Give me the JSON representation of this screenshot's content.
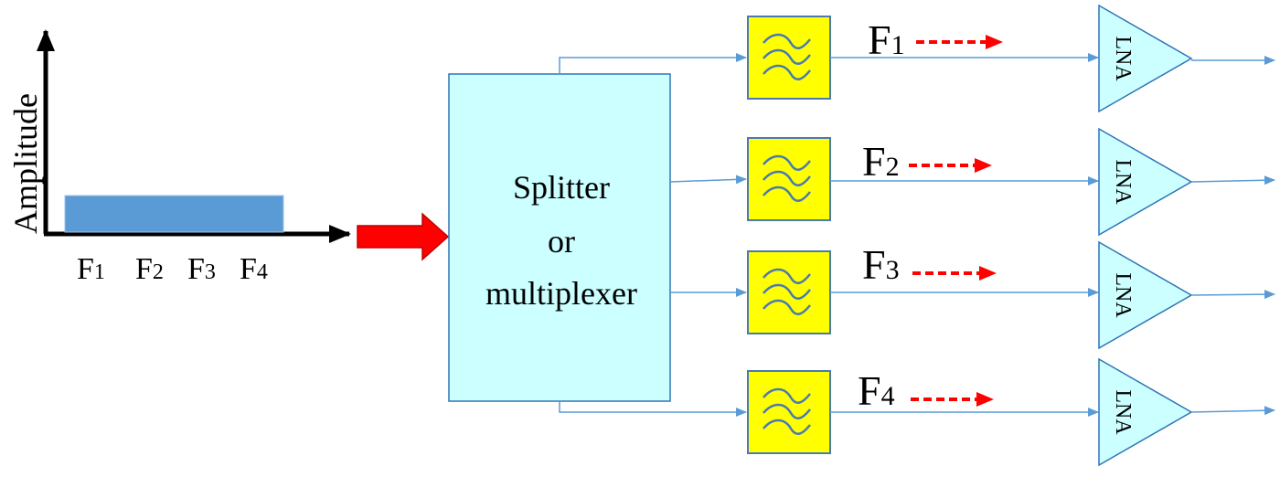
{
  "spectrum": {
    "ylabel": "Amplitude",
    "freq_labels": [
      {
        "letter": "F",
        "sub": "1"
      },
      {
        "letter": "F",
        "sub": "2"
      },
      {
        "letter": "F",
        "sub": "3"
      },
      {
        "letter": "F",
        "sub": "4"
      }
    ]
  },
  "splitter": {
    "line1": "Splitter",
    "line2": "or",
    "line3": "multiplexer"
  },
  "channels": [
    {
      "letter": "F",
      "sub": "1",
      "amp_label": "LNA"
    },
    {
      "letter": "F",
      "sub": "2",
      "amp_label": "LNA"
    },
    {
      "letter": "F",
      "sub": "3",
      "amp_label": "LNA"
    },
    {
      "letter": "F",
      "sub": "4",
      "amp_label": "LNA"
    }
  ],
  "colors": {
    "band_fill": "#5b9bd5",
    "splitter_fill": "#ccffff",
    "filter_fill": "#ffff00",
    "filter_stroke": "#4a7ab0",
    "lna_fill": "#ccffff",
    "connector": "#5b9bd5",
    "red_arrow": "#ff0000"
  }
}
